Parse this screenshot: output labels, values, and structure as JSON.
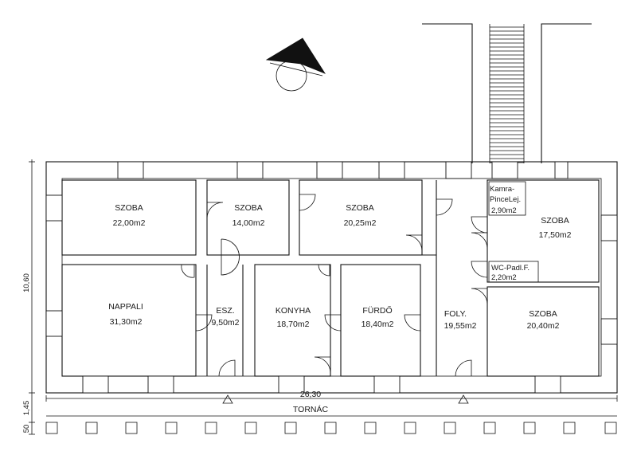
{
  "rooms": [
    {
      "name": "SZOBA",
      "area": "22,00m2"
    },
    {
      "name": "SZOBA",
      "area": "14,00m2"
    },
    {
      "name": "SZOBA",
      "area": "20,25m2"
    },
    {
      "name": "Kamra-",
      "area": "PinceLej.",
      "extra": "2,90m2"
    },
    {
      "name": "SZOBA",
      "area": "17,50m2"
    },
    {
      "name": "WC-Padl.F.",
      "area": "2,20m2"
    },
    {
      "name": "NAPPALI",
      "area": "31,30m2"
    },
    {
      "name": "ESZ.",
      "area": "9,50m2"
    },
    {
      "name": "KONYHA",
      "area": "18,70m2"
    },
    {
      "name": "FÜRDŐ",
      "area": "18,40m2"
    },
    {
      "name": "FOLY.",
      "area": "19,55m2"
    },
    {
      "name": "SZOBA",
      "area": "20,40m2"
    }
  ],
  "dimensions": {
    "height": "10,60",
    "porch_depth": "1,45",
    "width": "26,30",
    "pillar": "50"
  },
  "porch_label": "TORNÁC"
}
